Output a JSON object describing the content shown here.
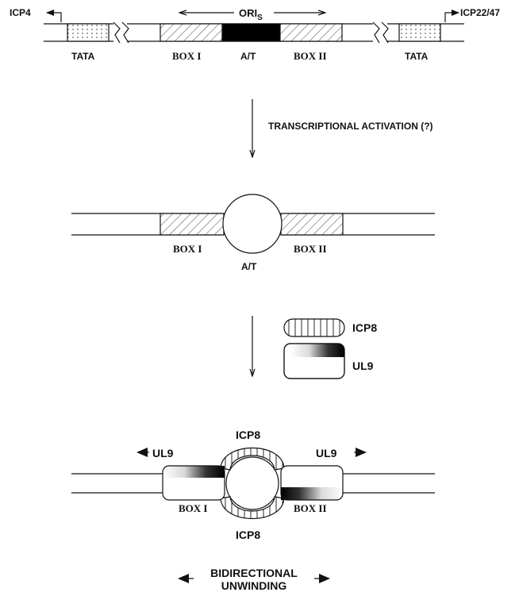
{
  "top": {
    "icp4": "ICP4",
    "icp22": "ICP22/47",
    "ori_main": "ORI",
    "ori_sub": "S",
    "tata_left": "TATA",
    "tata_right": "TATA",
    "box1": "BOX I",
    "at": "A/T",
    "box2": "BOX II"
  },
  "step1": {
    "label": "TRANSCRIPTIONAL ACTIVATION (?)"
  },
  "middle": {
    "box1": "BOX I",
    "box2": "BOX II",
    "at": "A/T"
  },
  "legend": {
    "icp8": "ICP8",
    "ul9": "UL9"
  },
  "bottom": {
    "icp8_top": "ICP8",
    "icp8_bottom": "ICP8",
    "ul9_left": "UL9",
    "ul9_right": "UL9",
    "box1": "BOX I",
    "box2": "BOX II",
    "bidirectional_1": "BIDIRECTIONAL",
    "bidirectional_2": "UNWINDING"
  },
  "colors": {
    "ink": "#111111",
    "background": "#ffffff",
    "hatch": "#444444",
    "dots": "#333333"
  }
}
